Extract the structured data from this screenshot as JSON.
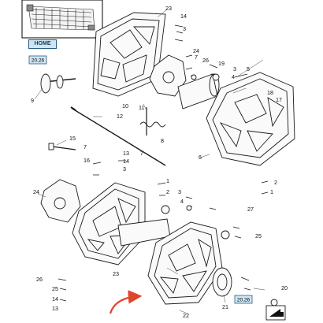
{
  "home_button": {
    "label": "HOME"
  },
  "ref_tags": {
    "top": "20.26",
    "bottom": "20.26"
  },
  "callouts": {
    "c23_top": "23",
    "c14_top": "14",
    "c3_top": "3",
    "c24_right": "24",
    "c7_right": "7",
    "c26_right": "26",
    "c19": "19",
    "c5": "5",
    "c3_mid": "3",
    "c4": "4",
    "c9": "9",
    "c18": "18",
    "c17": "17",
    "c10": "10",
    "c11": "11",
    "c12": "12",
    "c8": "8",
    "c15": "15",
    "c7_left": "7",
    "c13": "13",
    "c7_center": "7",
    "c6": "6",
    "c2_right": "2",
    "c1_right": "1",
    "c16": "16",
    "c14_mid": "14",
    "c3_lower": "3",
    "c1_center": "1",
    "c2_center": "2",
    "c24_left": "24",
    "c3_left": "3",
    "c4_center": "4",
    "c27": "27",
    "c25": "25",
    "c23_bottom": "23",
    "c26_left": "26",
    "c25_left": "25",
    "c14_left": "14",
    "c13_left": "13",
    "c21": "21",
    "c20": "20",
    "c22": "22"
  }
}
